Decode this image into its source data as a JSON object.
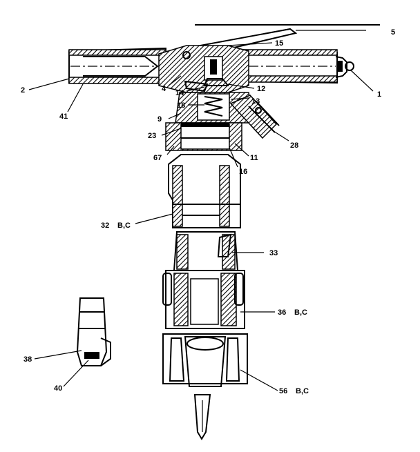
{
  "labels": {
    "p1": "1",
    "p2": "2",
    "p4": "4",
    "p5": "5",
    "p9": "9",
    "p11": "11",
    "p12": "12",
    "p13": "13",
    "p14": "14",
    "p15": "15",
    "p16": "16",
    "p18": "18",
    "p23": "23",
    "p28": "28",
    "p32": "32",
    "p33": "33",
    "p36": "36",
    "p38": "38",
    "p40": "40",
    "p41": "41",
    "p56": "56",
    "p67": "67",
    "bc32": "B,C",
    "bc36": "B,C",
    "bc56": "B,C"
  }
}
